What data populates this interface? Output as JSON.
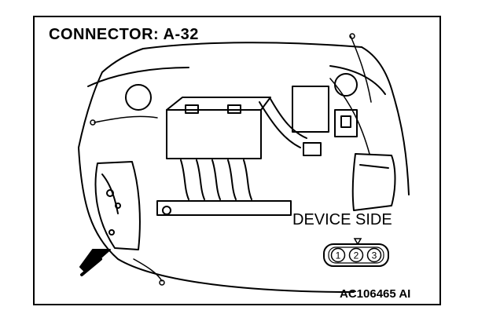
{
  "header": {
    "title": "CONNECTOR: A-32"
  },
  "connector": {
    "label": "DEVICE SIDE",
    "pins": [
      "1",
      "2",
      "3"
    ]
  },
  "footer": {
    "figure_id": "AC106465 AI"
  }
}
